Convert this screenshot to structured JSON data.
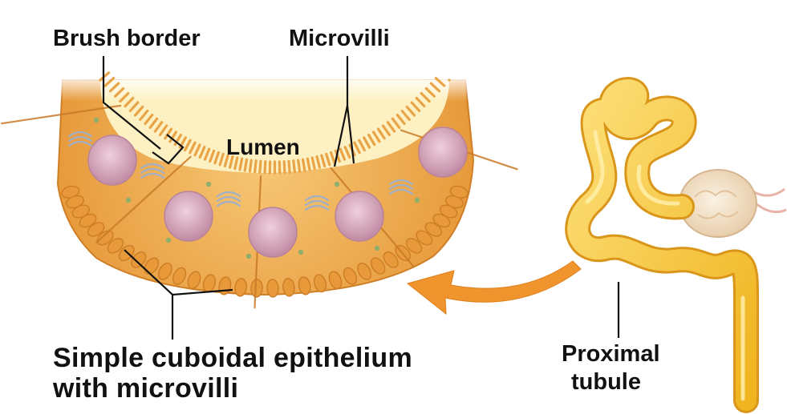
{
  "labels": {
    "brush_border": "Brush border",
    "microvilli": "Microvilli",
    "lumen": "Lumen",
    "epithelium_line1": "Simple cuboidal epithelium",
    "epithelium_line2": "with microvilli",
    "proximal_line1": "Proximal",
    "proximal_line2": "tubule"
  },
  "colors": {
    "cell_fill": "#f1b14f",
    "cell_edge": "#cf7e26",
    "lumen_fill": "#fdf1c4",
    "nucleus": "#d7a6ba",
    "tubule": "#f6c230",
    "arrow": "#f0942e",
    "glomerulus": "#efdcc0"
  },
  "icons": {
    "arrow": "curved-arrow-icon"
  }
}
